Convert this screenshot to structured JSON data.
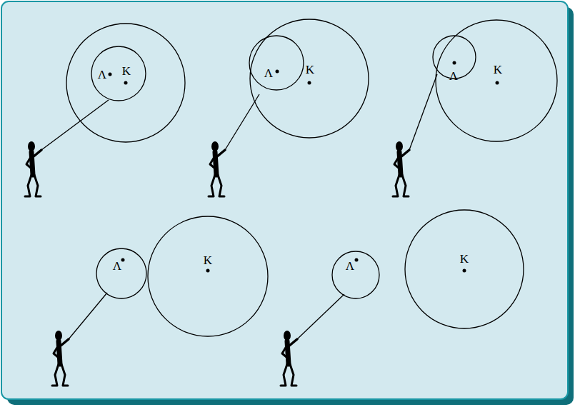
{
  "diagram": {
    "nodes": [
      {
        "text": [
          "Κ"
        ]
      },
      {
        "text": [
          "Λ"
        ],
        "in": 0
      },
      {
        "text": [
          "Κ"
        ]
      },
      {
        "text": [
          "Λ"
        ],
        "in": 2
      },
      {
        "text": [
          "Λ"
        ]
      },
      {
        "text": [
          "Κ"
        ]
      },
      {
        "text": [
          "Λ"
        ]
      },
      {
        "text": [
          "Κ"
        ]
      },
      {
        "text": [
          "Λ"
        ]
      },
      {
        "text": [
          "Κ"
        ]
      }
    ]
  }
}
